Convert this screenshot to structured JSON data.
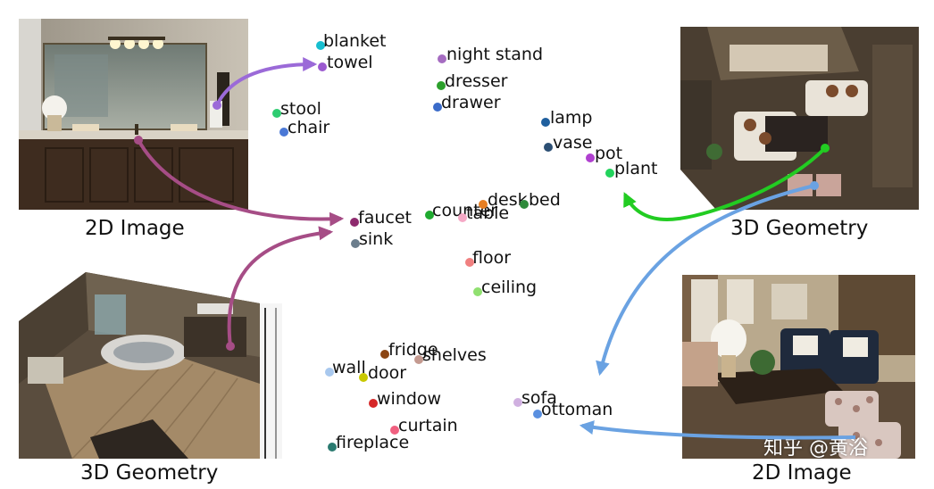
{
  "captions": {
    "top_left": "2D Image",
    "bottom_left": "3D Geometry",
    "top_right": "3D Geometry",
    "bottom_right": "2D Image"
  },
  "watermark": "知乎 @黄浴",
  "embedding_labels": [
    {
      "id": "blanket",
      "text": "blanket",
      "color": "#17becf"
    },
    {
      "id": "towel",
      "text": "towel",
      "color": "#9b59d0"
    },
    {
      "id": "night-stand",
      "text": "night stand",
      "color": "#a56cc1"
    },
    {
      "id": "dresser",
      "text": "dresser",
      "color": "#2ca02c"
    },
    {
      "id": "drawer",
      "text": "drawer",
      "color": "#3a6bc9"
    },
    {
      "id": "stool",
      "text": "stool",
      "color": "#2ecc71"
    },
    {
      "id": "chair",
      "text": "chair",
      "color": "#4a78d6"
    },
    {
      "id": "lamp",
      "text": "lamp",
      "color": "#1f5f9e"
    },
    {
      "id": "vase",
      "text": "vase",
      "color": "#2c4f74"
    },
    {
      "id": "pot",
      "text": "pot",
      "color": "#b040d0"
    },
    {
      "id": "plant",
      "text": "plant",
      "color": "#22d35c"
    },
    {
      "id": "faucet",
      "text": "faucet",
      "color": "#8e2a6e"
    },
    {
      "id": "sink",
      "text": "sink",
      "color": "#6b7d8c"
    },
    {
      "id": "counter",
      "text": "counter",
      "color": "#1faa30"
    },
    {
      "id": "table",
      "text": "table",
      "color": "#f5a9c6"
    },
    {
      "id": "desk",
      "text": "desk",
      "color": "#e67e22"
    },
    {
      "id": "bed",
      "text": "bed",
      "color": "#2d8a3a"
    },
    {
      "id": "floor",
      "text": "floor",
      "color": "#f08080"
    },
    {
      "id": "ceiling",
      "text": "ceiling",
      "color": "#90e070"
    },
    {
      "id": "fridge",
      "text": "fridge",
      "color": "#8b4513"
    },
    {
      "id": "shelves",
      "text": "shelves",
      "color": "#c49a90"
    },
    {
      "id": "wall",
      "text": "wall",
      "color": "#a8c8ee"
    },
    {
      "id": "door",
      "text": "door",
      "color": "#c8c800"
    },
    {
      "id": "window",
      "text": "window",
      "color": "#d62728"
    },
    {
      "id": "curtain",
      "text": "curtain",
      "color": "#f06080"
    },
    {
      "id": "fireplace",
      "text": "fireplace",
      "color": "#2a7a70"
    },
    {
      "id": "sofa",
      "text": "sofa",
      "color": "#d0b0e0"
    },
    {
      "id": "ottoman",
      "text": "ottoman",
      "color": "#5a90e0"
    }
  ],
  "arrow_colors": {
    "purple": "#9b6ad8",
    "magenta": "#a64d86",
    "green": "#22cc22",
    "blue": "#6aa2e2"
  }
}
